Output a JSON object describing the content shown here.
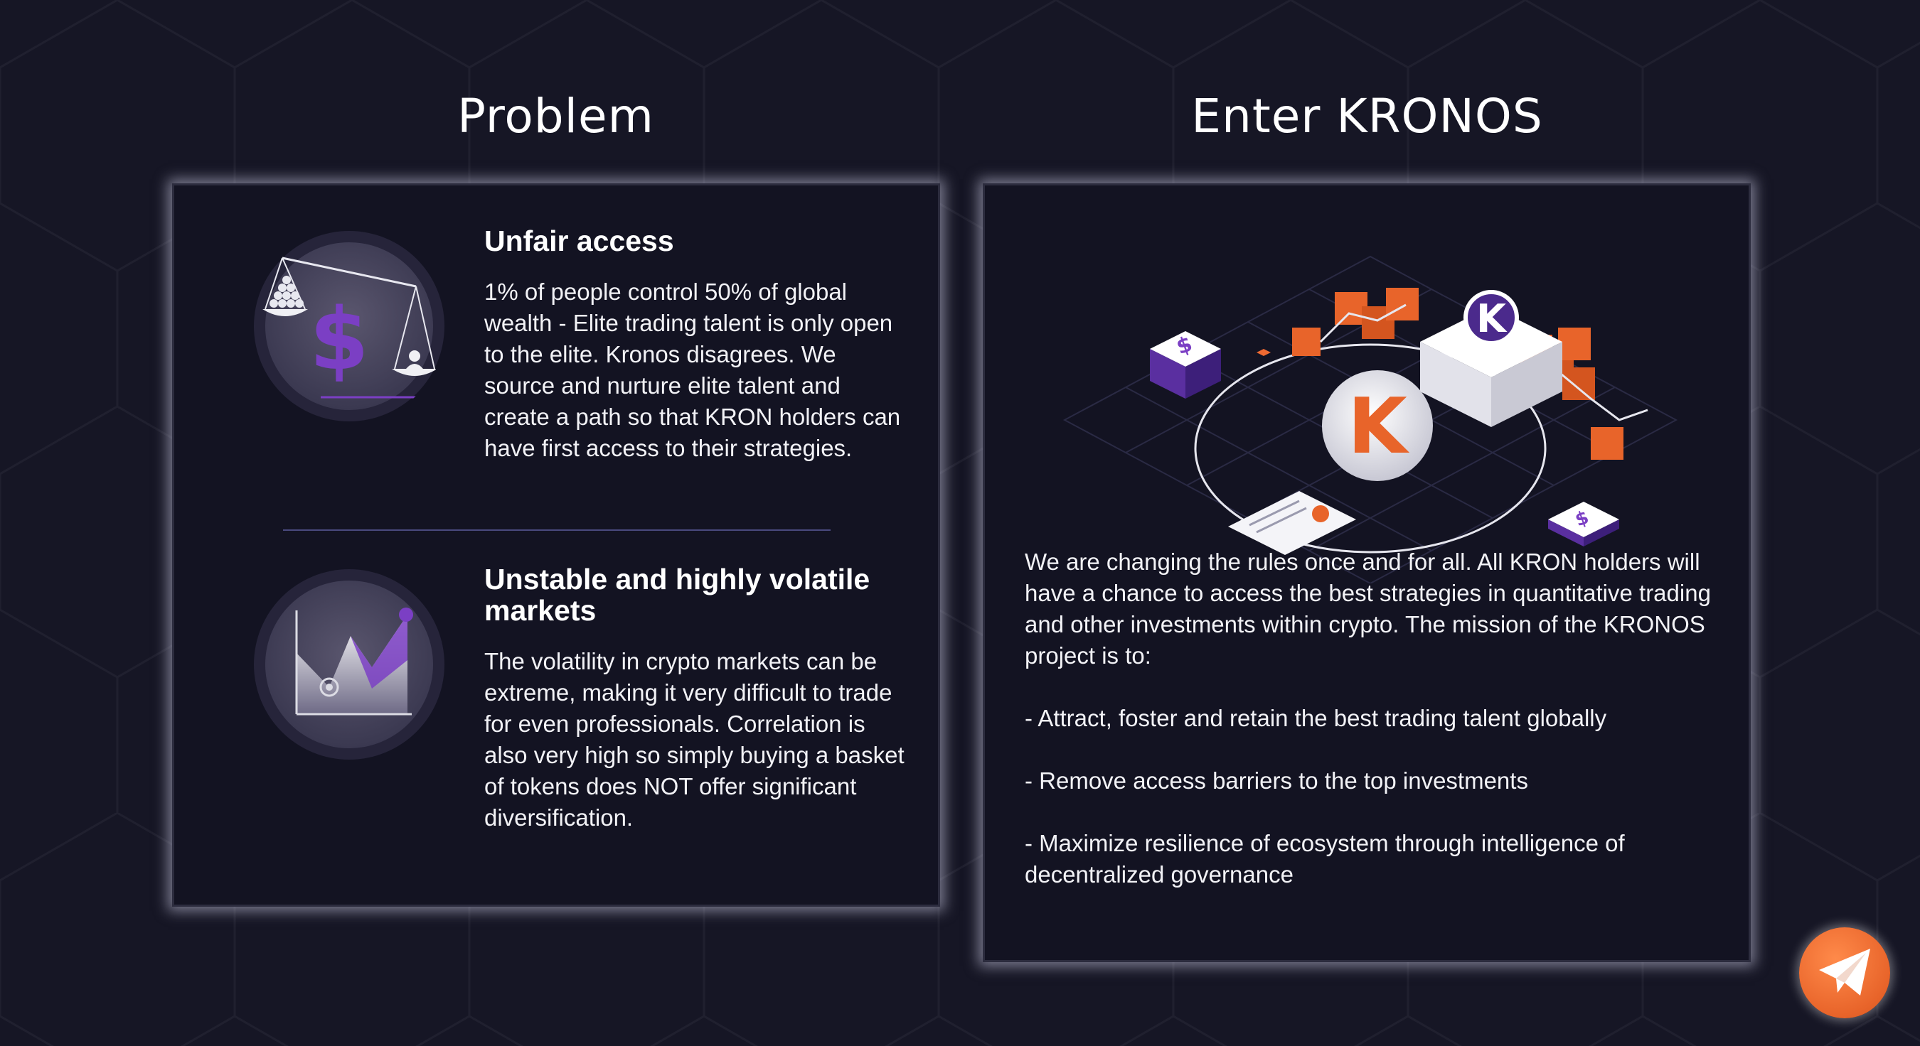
{
  "problem": {
    "title": "Problem",
    "items": [
      {
        "heading": "Unfair access",
        "text": "1% of people control 50% of global wealth - Elite trading talent is only open to the elite. Kronos disagrees. We source and nurture elite talent and create a path so that KRON holders can have first access to their strategies.",
        "icon": "scale-dollar-icon"
      },
      {
        "heading": "Unstable and highly volatile markets",
        "text": "The volatility in crypto markets can be extreme, making it very difficult to trade for even professionals. Correlation is also very high so simply buying a basket of tokens does NOT offer significant diversification.",
        "icon": "volatile-chart-icon"
      }
    ]
  },
  "kronos": {
    "title": "Enter KRONOS",
    "intro": "We are changing the rules once and for all. All KRON holders will have a chance to access the best strategies in quantitative trading and other investments within crypto. The mission of the KRONOS project is to:",
    "bullets": [
      "- Attract, foster and retain the best trading talent globally",
      "- Remove access barriers to the top investments",
      "- Maximize resilience of ecosystem through intelligence of decentralized governance"
    ],
    "illustration": "kronos-ecosystem-illustration",
    "logo_letter": "K"
  },
  "telegram_button": {
    "icon": "telegram-paper-plane-icon"
  },
  "colors": {
    "background": "#161625",
    "panel": "#131322",
    "accent_purple": "#7b3fc4",
    "accent_orange": "#e8642a",
    "divider": "#4a4a7e"
  }
}
